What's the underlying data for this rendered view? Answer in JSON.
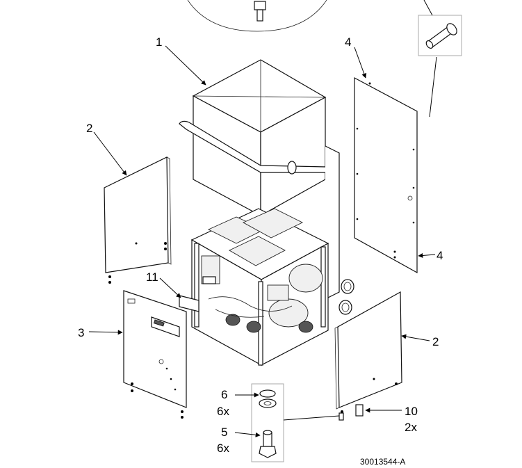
{
  "callouts": {
    "c1": "1",
    "c2a": "2",
    "c2b": "2",
    "c3": "3",
    "c4a": "4",
    "c4b": "4",
    "c5": "5",
    "c5qty": "6x",
    "c6": "6",
    "c6qty": "6x",
    "c10": "10",
    "c10qty": "2x",
    "c11": "11"
  },
  "document_number": "30013544-A"
}
